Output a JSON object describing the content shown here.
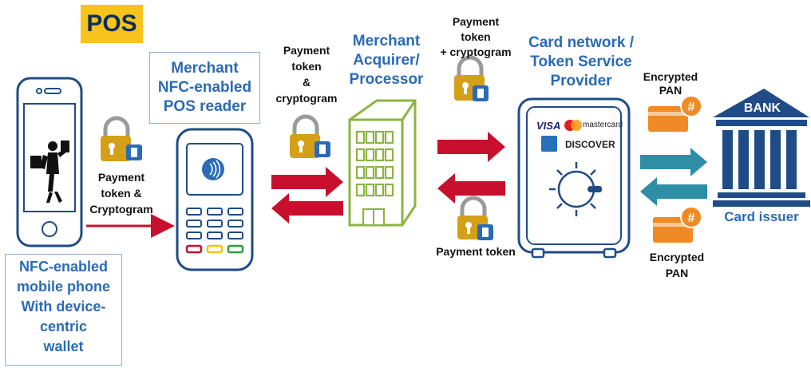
{
  "pos_badge": "POS",
  "phone": {
    "label_lines": [
      "NFC-enabled",
      "mobile phone",
      "With device-",
      "centric",
      "wallet"
    ]
  },
  "phone_to_reader": {
    "label_lines": [
      "Payment",
      "token &",
      "Cryptogram"
    ]
  },
  "pos_reader": {
    "title_lines": [
      "Merchant",
      "NFC-enabled",
      "POS reader"
    ]
  },
  "reader_to_acquirer": {
    "label_lines": [
      "Payment",
      "token",
      "&",
      "cryptogram"
    ]
  },
  "acquirer": {
    "title_lines": [
      "Merchant",
      "Acquirer/",
      "Processor"
    ]
  },
  "acquirer_to_network": {
    "label_lines": [
      "Payment",
      "token",
      "+ cryptogram"
    ]
  },
  "network_to_acquirer": {
    "label": "Payment token"
  },
  "card_network": {
    "title_lines": [
      "Card network /",
      "Token Service",
      "Provider"
    ],
    "brands": [
      "VISA",
      "mastercard",
      "DISCOVER"
    ]
  },
  "network_to_bank": {
    "label_lines": [
      "Encrypted",
      "PAN"
    ]
  },
  "bank_to_network": {
    "label_lines": [
      "Encrypted",
      "PAN"
    ]
  },
  "bank": {
    "sign": "BANK",
    "label": "Card issuer"
  },
  "colors": {
    "navy": "#153e6e",
    "blue": "#2a6bb5",
    "red_arrow": "#c8102e",
    "teal_arrow": "#2e8ea6",
    "lock_gold": "#d4a017",
    "card_orange": "#f08a24",
    "building_green": "#8cb441",
    "pos_badge": "#f7c31c"
  }
}
